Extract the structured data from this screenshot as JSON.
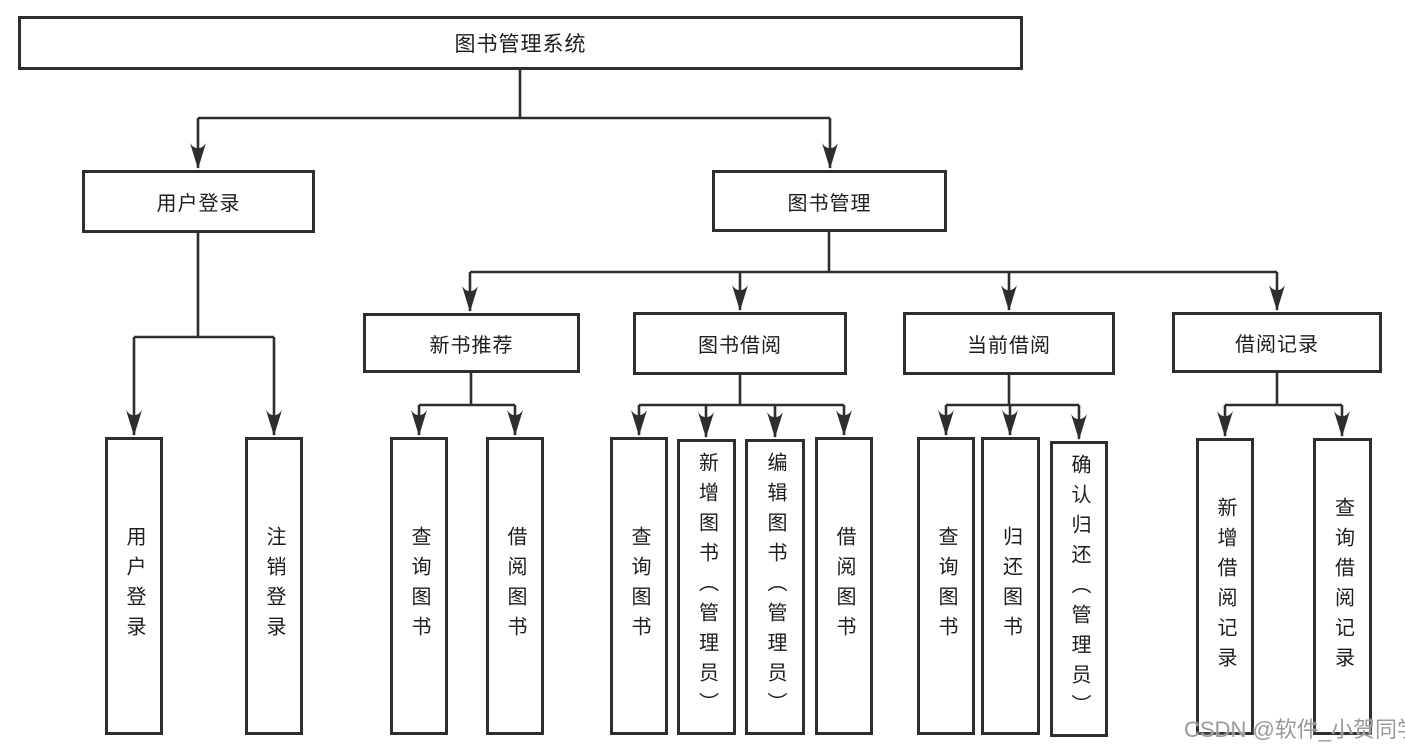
{
  "nodes": {
    "root": "图书管理系统",
    "user_login": "用户登录",
    "book_mgmt": "图书管理",
    "new_book_rec": "新书推荐",
    "book_borrow": "图书借阅",
    "current_borrow": "当前借阅",
    "borrow_record": "借阅记录",
    "leaves": {
      "user_login": "用户登录",
      "logout": "注销登录",
      "rec_query": "查询图书",
      "rec_borrow": "借阅图书",
      "bor_query": "查询图书",
      "bor_add": "新增图书（管理员）",
      "bor_edit": "编辑图书（管理员）",
      "bor_borrow": "借阅图书",
      "cur_query": "查询图书",
      "cur_return": "归还图书",
      "cur_confirm": "确认归还（管理员）",
      "rcd_add": "新增借阅记录",
      "rcd_query": "查询借阅记录"
    }
  },
  "watermark": {
    "text": "CSDN @软件_小贺同学"
  },
  "colors": {
    "line": "#2e2e2e",
    "text": "#1d1d1d",
    "watermark": "#9a9a9a",
    "background": "#ffffff"
  }
}
